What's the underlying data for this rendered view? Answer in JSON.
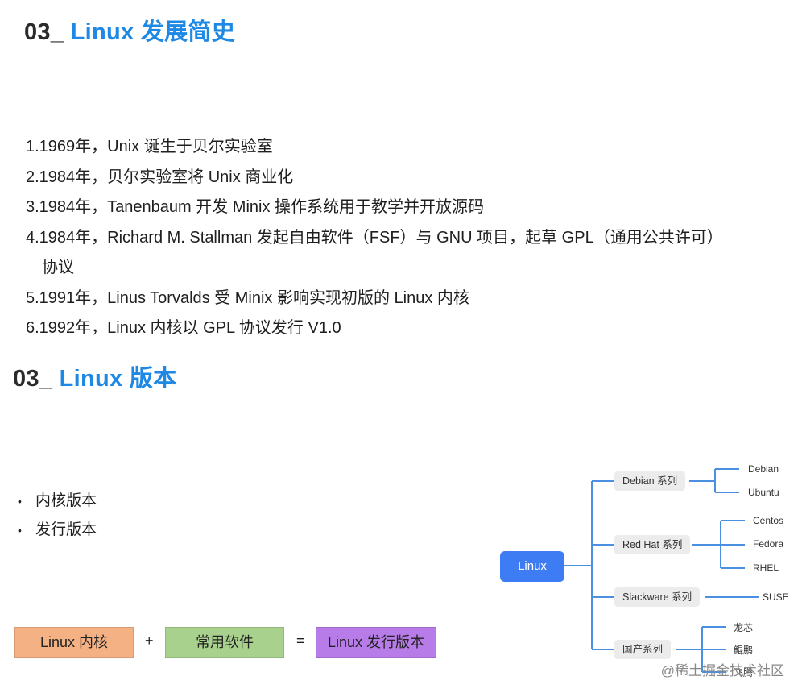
{
  "sections": [
    {
      "prefix": "03_ ",
      "highlight": "Linux 发展简史"
    },
    {
      "prefix": "03_ ",
      "highlight": "Linux 版本"
    }
  ],
  "history": [
    "1.1969年，Unix 诞生于贝尔实验室",
    "2.1984年，贝尔实验室将 Unix 商业化",
    "3.1984年，Tanenbaum 开发 Minix 操作系统用于教学并开放源码",
    "4.1984年，Richard M. Stallman 发起自由软件（FSF）与 GNU 项目，起草 GPL（通用公共许可）",
    "协议",
    "5.1991年，Linus Torvalds 受 Minix 影响实现初版的 Linux 内核",
    "6.1992年，Linux 内核以 GPL 协议发行 V1.0"
  ],
  "bullets": [
    "内核版本",
    "发行版本"
  ],
  "bullet_glyph": "•",
  "equation": {
    "kernel": "Linux 内核",
    "plus": "+",
    "software": "常用软件",
    "equals": "=",
    "distribution": "Linux 发行版本"
  },
  "mindmap": {
    "root": "Linux",
    "branches": [
      {
        "label": "Debian 系列",
        "children": [
          "Debian",
          "Ubuntu"
        ]
      },
      {
        "label": "Red Hat 系列",
        "children": [
          "Centos",
          "Fedora",
          "RHEL"
        ]
      },
      {
        "label": "Slackware 系列",
        "children": [
          "SUSE"
        ]
      },
      {
        "label": "国产系列",
        "children": [
          "龙芯",
          "鲲鹏",
          "飞腾"
        ]
      }
    ]
  },
  "colors": {
    "heading_accent": "#1e88e5",
    "kernel_box": "#f4b183",
    "software_box": "#a9d18e",
    "distribution_box": "#b77ce8",
    "mindmap_root": "#3d7cf2",
    "mindmap_line": "#4a90e2"
  },
  "watermark": "@稀土掘金技术社区"
}
